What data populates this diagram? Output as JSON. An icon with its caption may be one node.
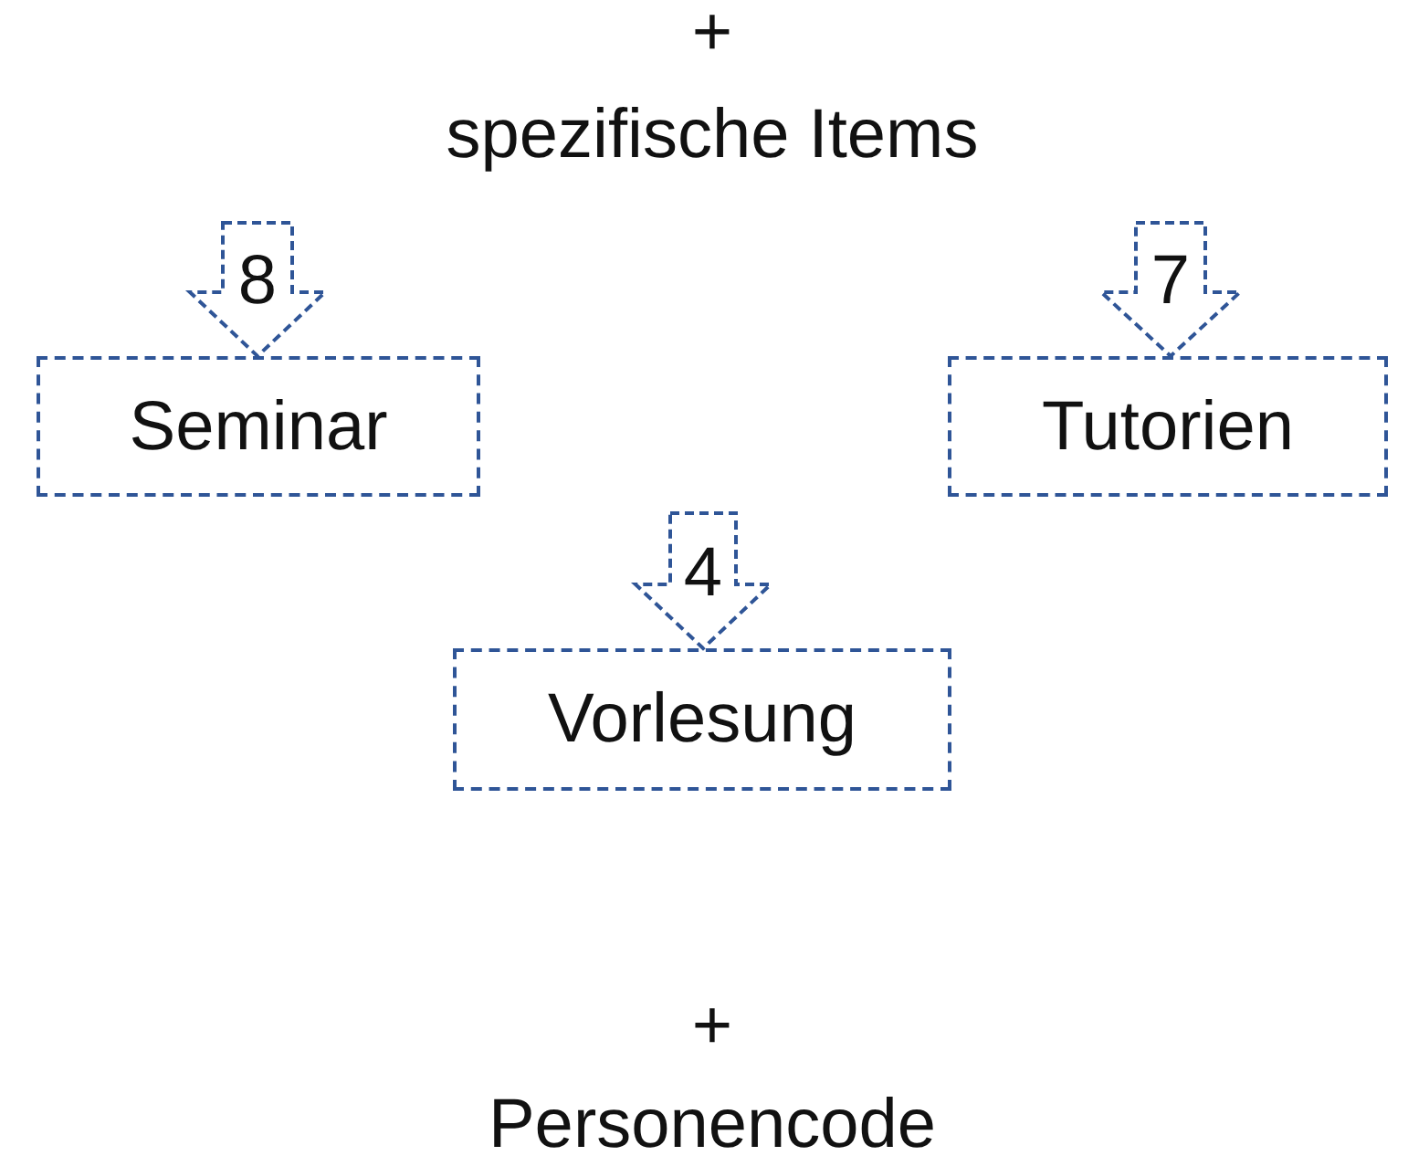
{
  "diagram": {
    "nodes": [
      {
        "text": [
          "Seminar"
        ]
      },
      {
        "text": [
          "Tutorien"
        ]
      },
      {
        "text": [
          "Vorlesung"
        ]
      }
    ],
    "edges": [
      {
        "from": null,
        "to": 0,
        "arrow": "to",
        "label": "8",
        "style": "dashed"
      },
      {
        "from": null,
        "to": 1,
        "arrow": "to",
        "label": "7",
        "style": "dashed"
      },
      {
        "from": null,
        "to": 2,
        "arrow": "to",
        "label": "4",
        "style": "dashed"
      }
    ],
    "labels": [
      "+",
      "spezifische Items",
      "+",
      "Personencode"
    ]
  }
}
